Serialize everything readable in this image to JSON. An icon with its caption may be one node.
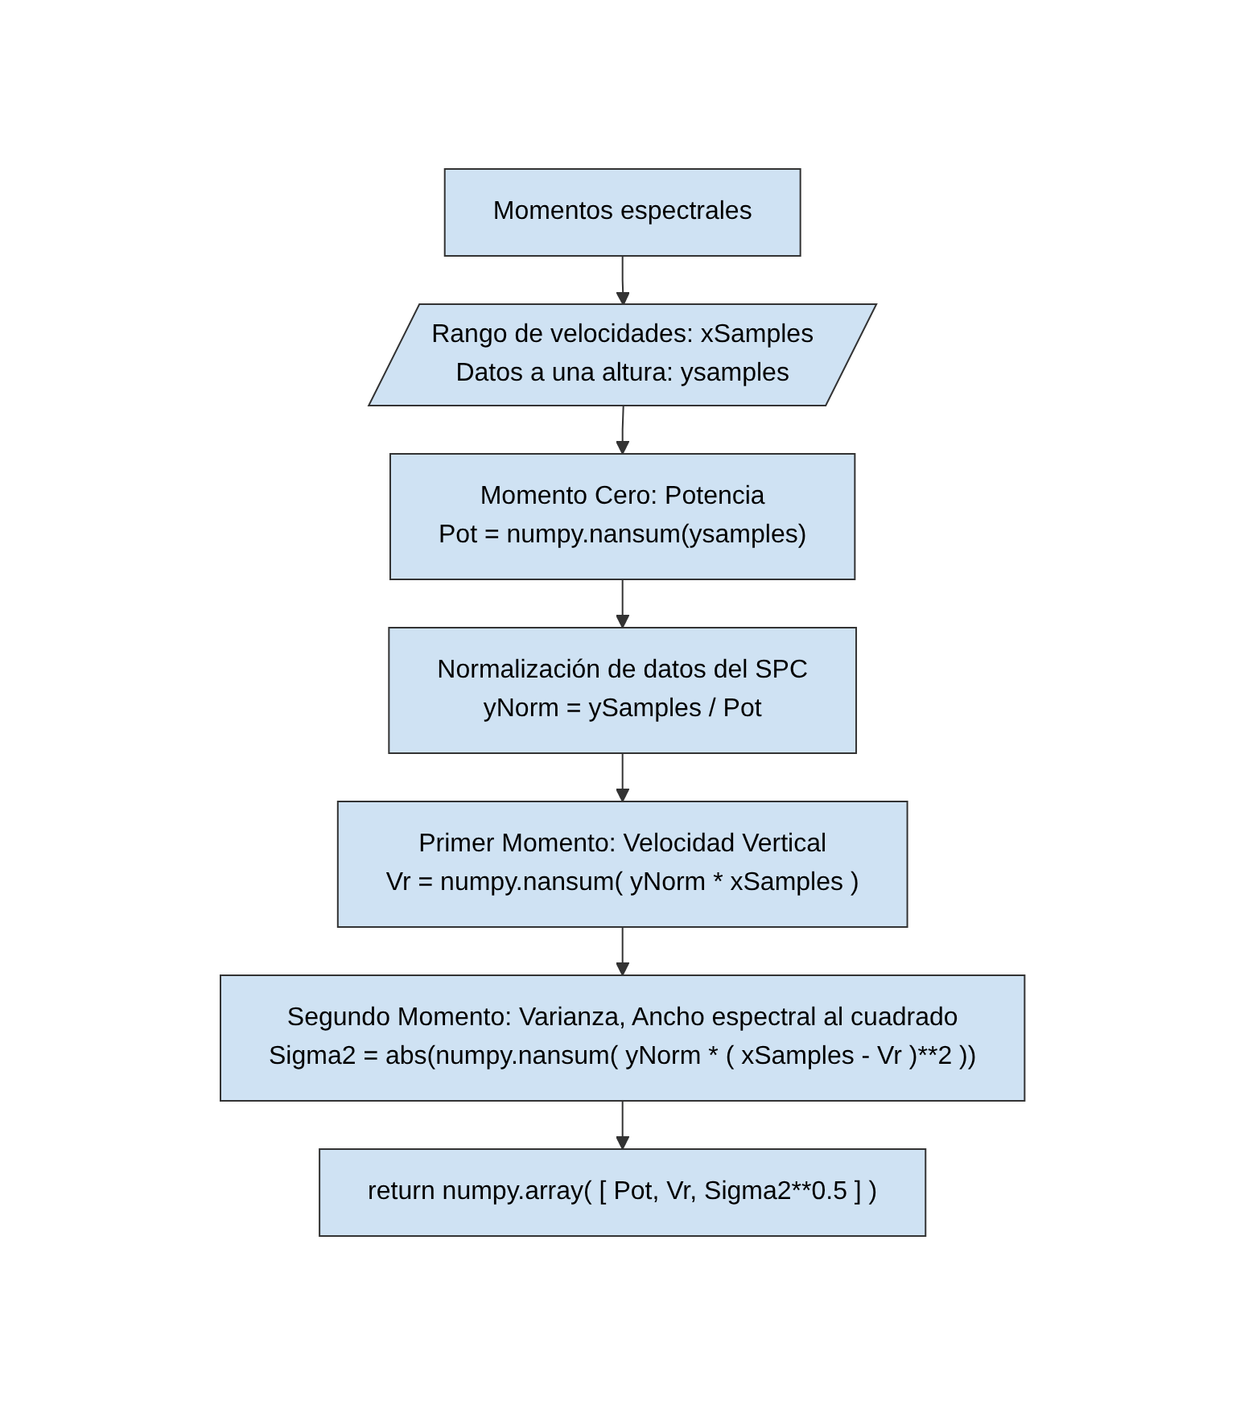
{
  "diagram": {
    "nodes": [
      {
        "text": [
          "Momentos espectrales"
        ]
      },
      {
        "text": [
          "Rango de velocidades: xSamples",
          "Datos a una altura: ysamples"
        ]
      },
      {
        "text": [
          "Momento Cero: Potencia",
          "Pot = numpy.nansum(ysamples)"
        ]
      },
      {
        "text": [
          "Normalización de datos del SPC",
          "yNorm = ySamples / Pot"
        ]
      },
      {
        "text": [
          "Primer Momento: Velocidad Vertical",
          "Vr = numpy.nansum( yNorm * xSamples )"
        ]
      },
      {
        "text": [
          "Segundo Momento: Varianza, Ancho espectral al cuadrado",
          "Sigma2 = abs(numpy.nansum( yNorm * ( xSamples - Vr )**2 ))"
        ]
      },
      {
        "text": [
          "return numpy.array( [ Pot, Vr, Sigma2**0.5 ] )"
        ]
      }
    ],
    "edges": [
      {
        "from": 0,
        "to": 1,
        "arrow": "to"
      },
      {
        "from": 1,
        "to": 2,
        "arrow": "to"
      },
      {
        "from": 2,
        "to": 3,
        "arrow": "to"
      },
      {
        "from": 3,
        "to": 4,
        "arrow": "to"
      },
      {
        "from": 4,
        "to": 5,
        "arrow": "to"
      },
      {
        "from": 5,
        "to": 6,
        "arrow": "to"
      }
    ]
  }
}
